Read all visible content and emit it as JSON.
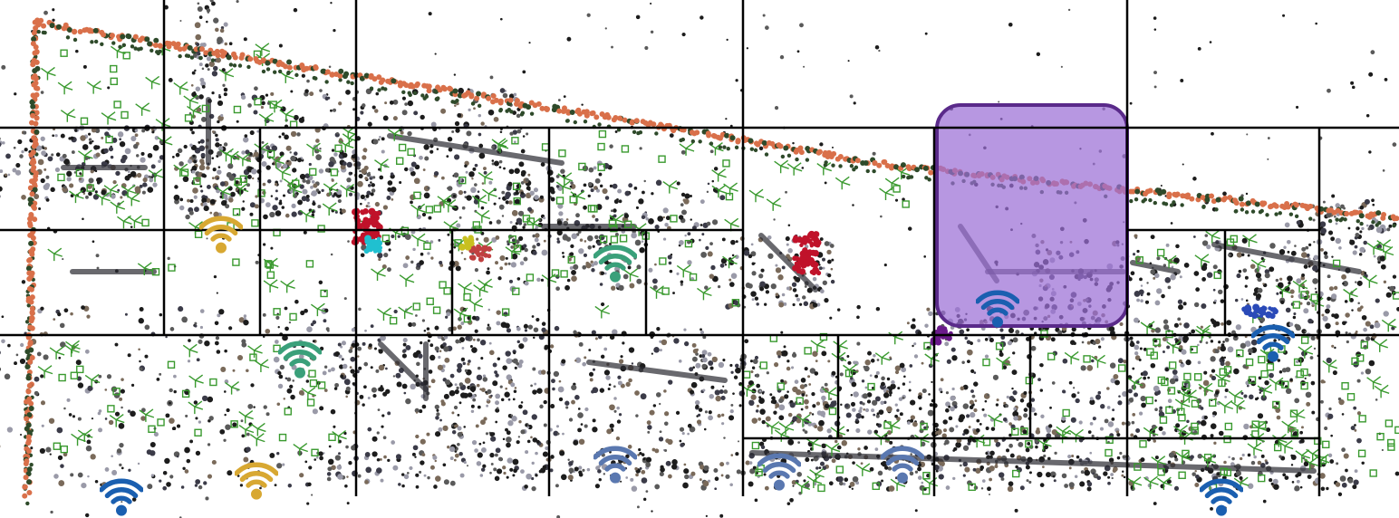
{
  "map": {
    "colors": {
      "wall_edge": "#d9704a",
      "wall_edge_dark": "#2e4a2a",
      "vegetation": "#3a9a2f",
      "cloud_dark": "#1c1c1c",
      "cloud_mid": "#5a5a5a",
      "cloud_light": "#9a9aa8",
      "grid_line": "#000000",
      "highlight_fill": "#9b6fd6",
      "highlight_stroke": "#5a2a8a",
      "red_object": "#c0122a",
      "cyan_object": "#20c0d0"
    },
    "legend_markers": [
      {
        "name": "wifi-gold",
        "color": "#d8a832"
      },
      {
        "name": "wifi-teal",
        "color": "#3aa07a"
      },
      {
        "name": "wifi-blue",
        "color": "#1a5fb0"
      },
      {
        "name": "wifi-steel",
        "color": "#5a78b0"
      }
    ]
  }
}
